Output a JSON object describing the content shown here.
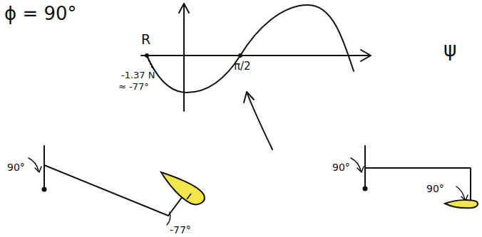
{
  "diagram": {
    "labels": [
      "ϕ = 90°",
      "R",
      "ψ",
      "-1.37 N",
      "≈ -77°",
      "π/2",
      "90°",
      "-77°",
      "90°",
      "90°"
    ]
  }
}
